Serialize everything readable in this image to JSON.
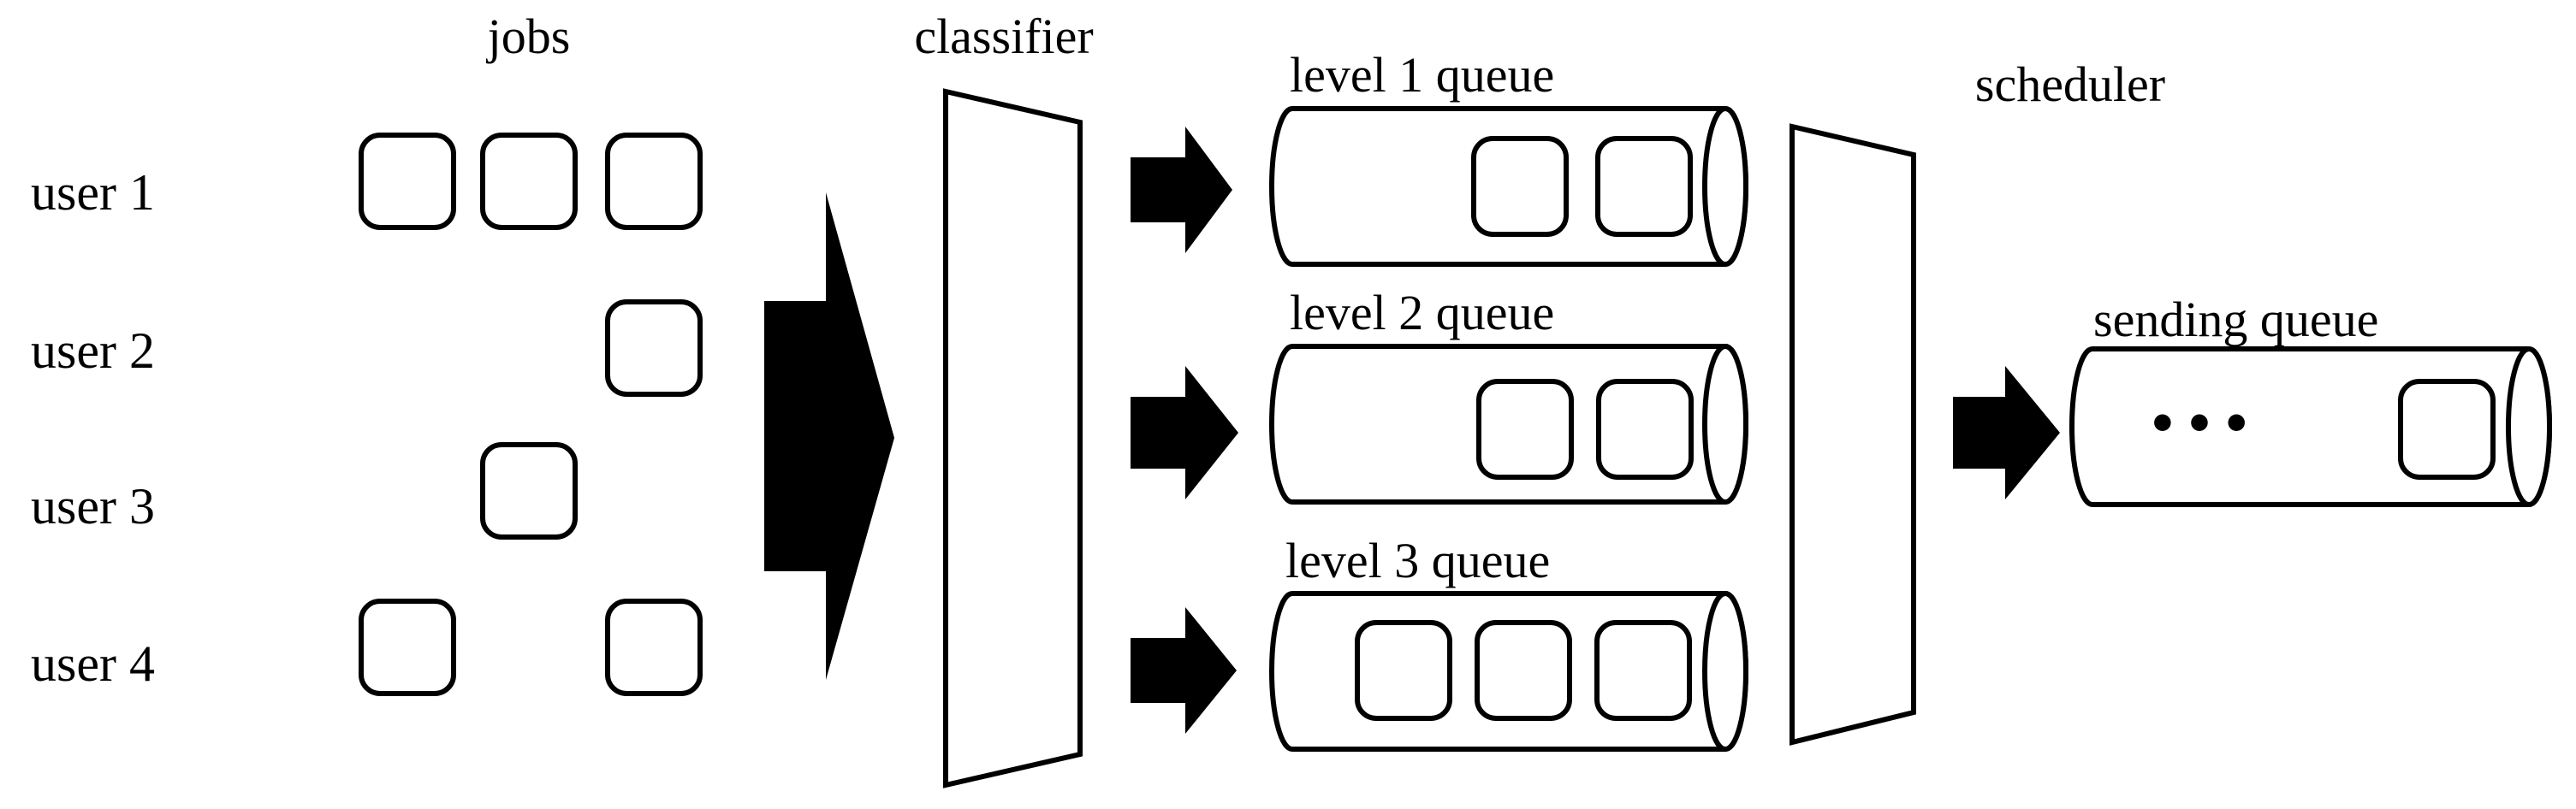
{
  "labels": {
    "jobs": "jobs",
    "classifier": "classifier",
    "scheduler": "scheduler",
    "sending_queue": "sending queue"
  },
  "users": [
    "user 1",
    "user 2",
    "user 3",
    "user 4"
  ],
  "queues": [
    "level 1 queue",
    "level 2 queue",
    "level 3 queue"
  ],
  "jobs_per_user": {
    "user 1": 3,
    "user 2": 1,
    "user 3": 1,
    "user 4": 2
  },
  "jobs_per_queue": {
    "level 1 queue": 2,
    "level 2 queue": 2,
    "level 3 queue": 3,
    "sending queue": 1
  },
  "ellipsis": "• • •"
}
